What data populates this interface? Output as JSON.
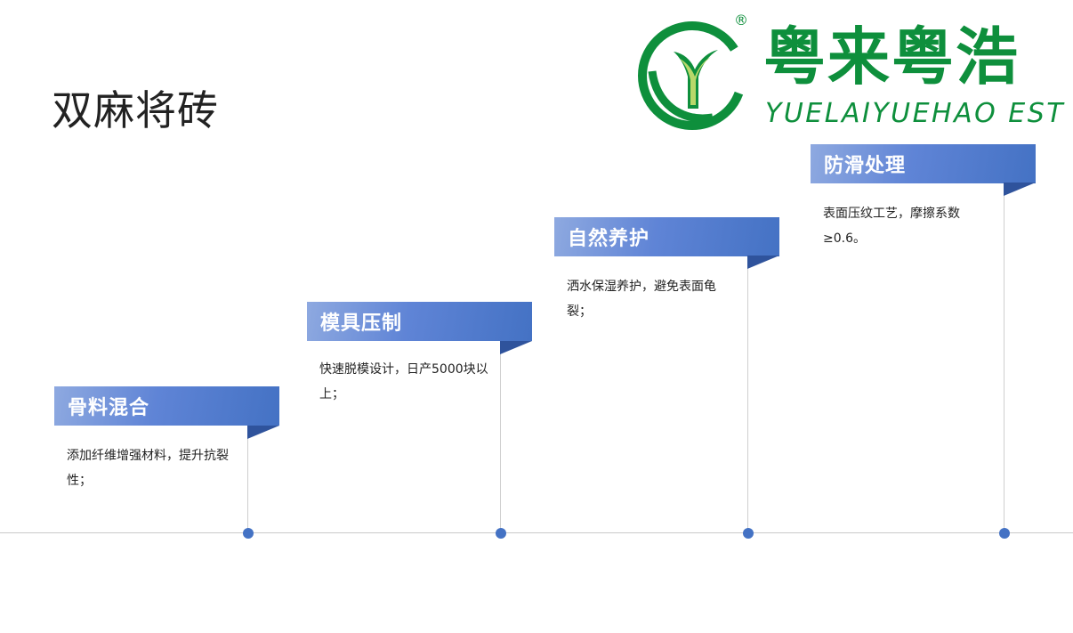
{
  "page": {
    "title": "双麻将砖"
  },
  "logo": {
    "name_cn": "粤来粤浩",
    "name_en": "YUELAIYUEHAO EST",
    "registered_mark": "®",
    "colors": {
      "green": "#0e8f3c",
      "leaf": "#b8d86a"
    }
  },
  "steps": [
    {
      "title": "骨料混合",
      "description": "添加纤维增强材料，提升抗裂性；"
    },
    {
      "title": "模具压制",
      "description": "快速脱模设计，日产5000块以上；"
    },
    {
      "title": "自然养护",
      "description": "洒水保湿养护，避免表面龟裂；"
    },
    {
      "title": "防滑处理",
      "description": "表面压纹工艺，摩擦系数≥0.6。"
    }
  ],
  "colors": {
    "accent": "#4472c4",
    "accent_dark": "#2f539c",
    "timeline": "#c9c9c9"
  }
}
